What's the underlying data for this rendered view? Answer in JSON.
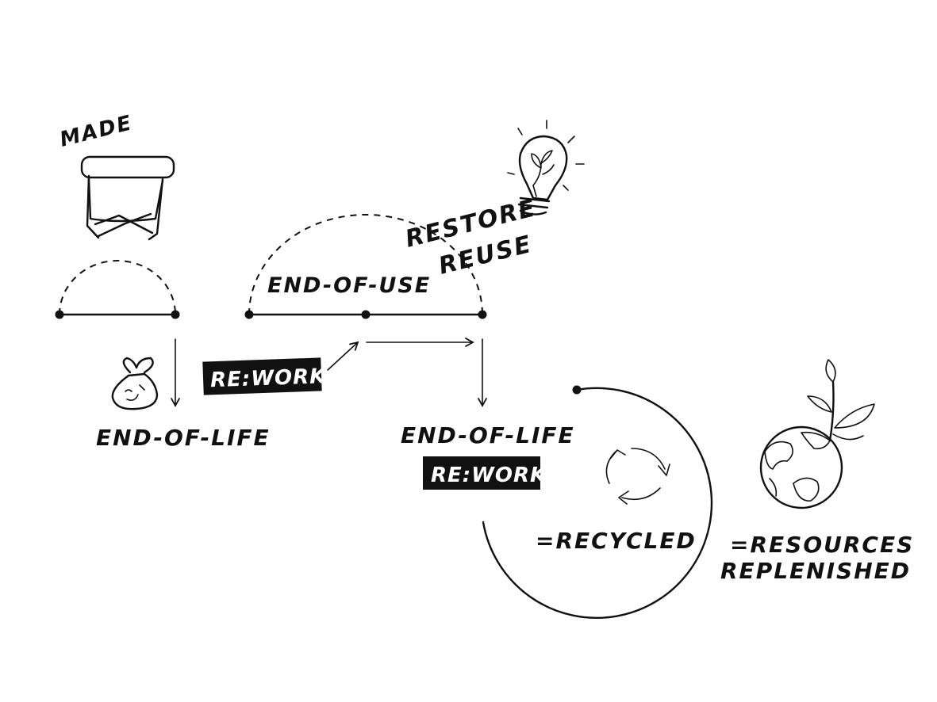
{
  "labels": {
    "made": "MADE",
    "end_of_use": "END-OF-USE",
    "restore": "RESTORE",
    "reuse": "REUSE",
    "end_of_life_left": "END-OF-LIFE",
    "end_of_life_right": "END-OF-LIFE",
    "recycled": "=RECYCLED",
    "resources_line1": "=RESOURCES",
    "resources_line2": "REPLENISHED"
  },
  "tags": {
    "rework_left": "RE:WORK",
    "rework_right": "RE:WORK"
  },
  "icons": {
    "stool": "stool-icon",
    "trash_bag": "trash-bag-icon",
    "lightbulb": "lightbulb-plant-icon",
    "recycle": "recycle-arrows-icon",
    "globe": "globe-sprout-icon"
  },
  "colors": {
    "ink": "#111111",
    "tag_bg": "#111111",
    "tag_text": "#ffffff",
    "background": "#ffffff"
  }
}
